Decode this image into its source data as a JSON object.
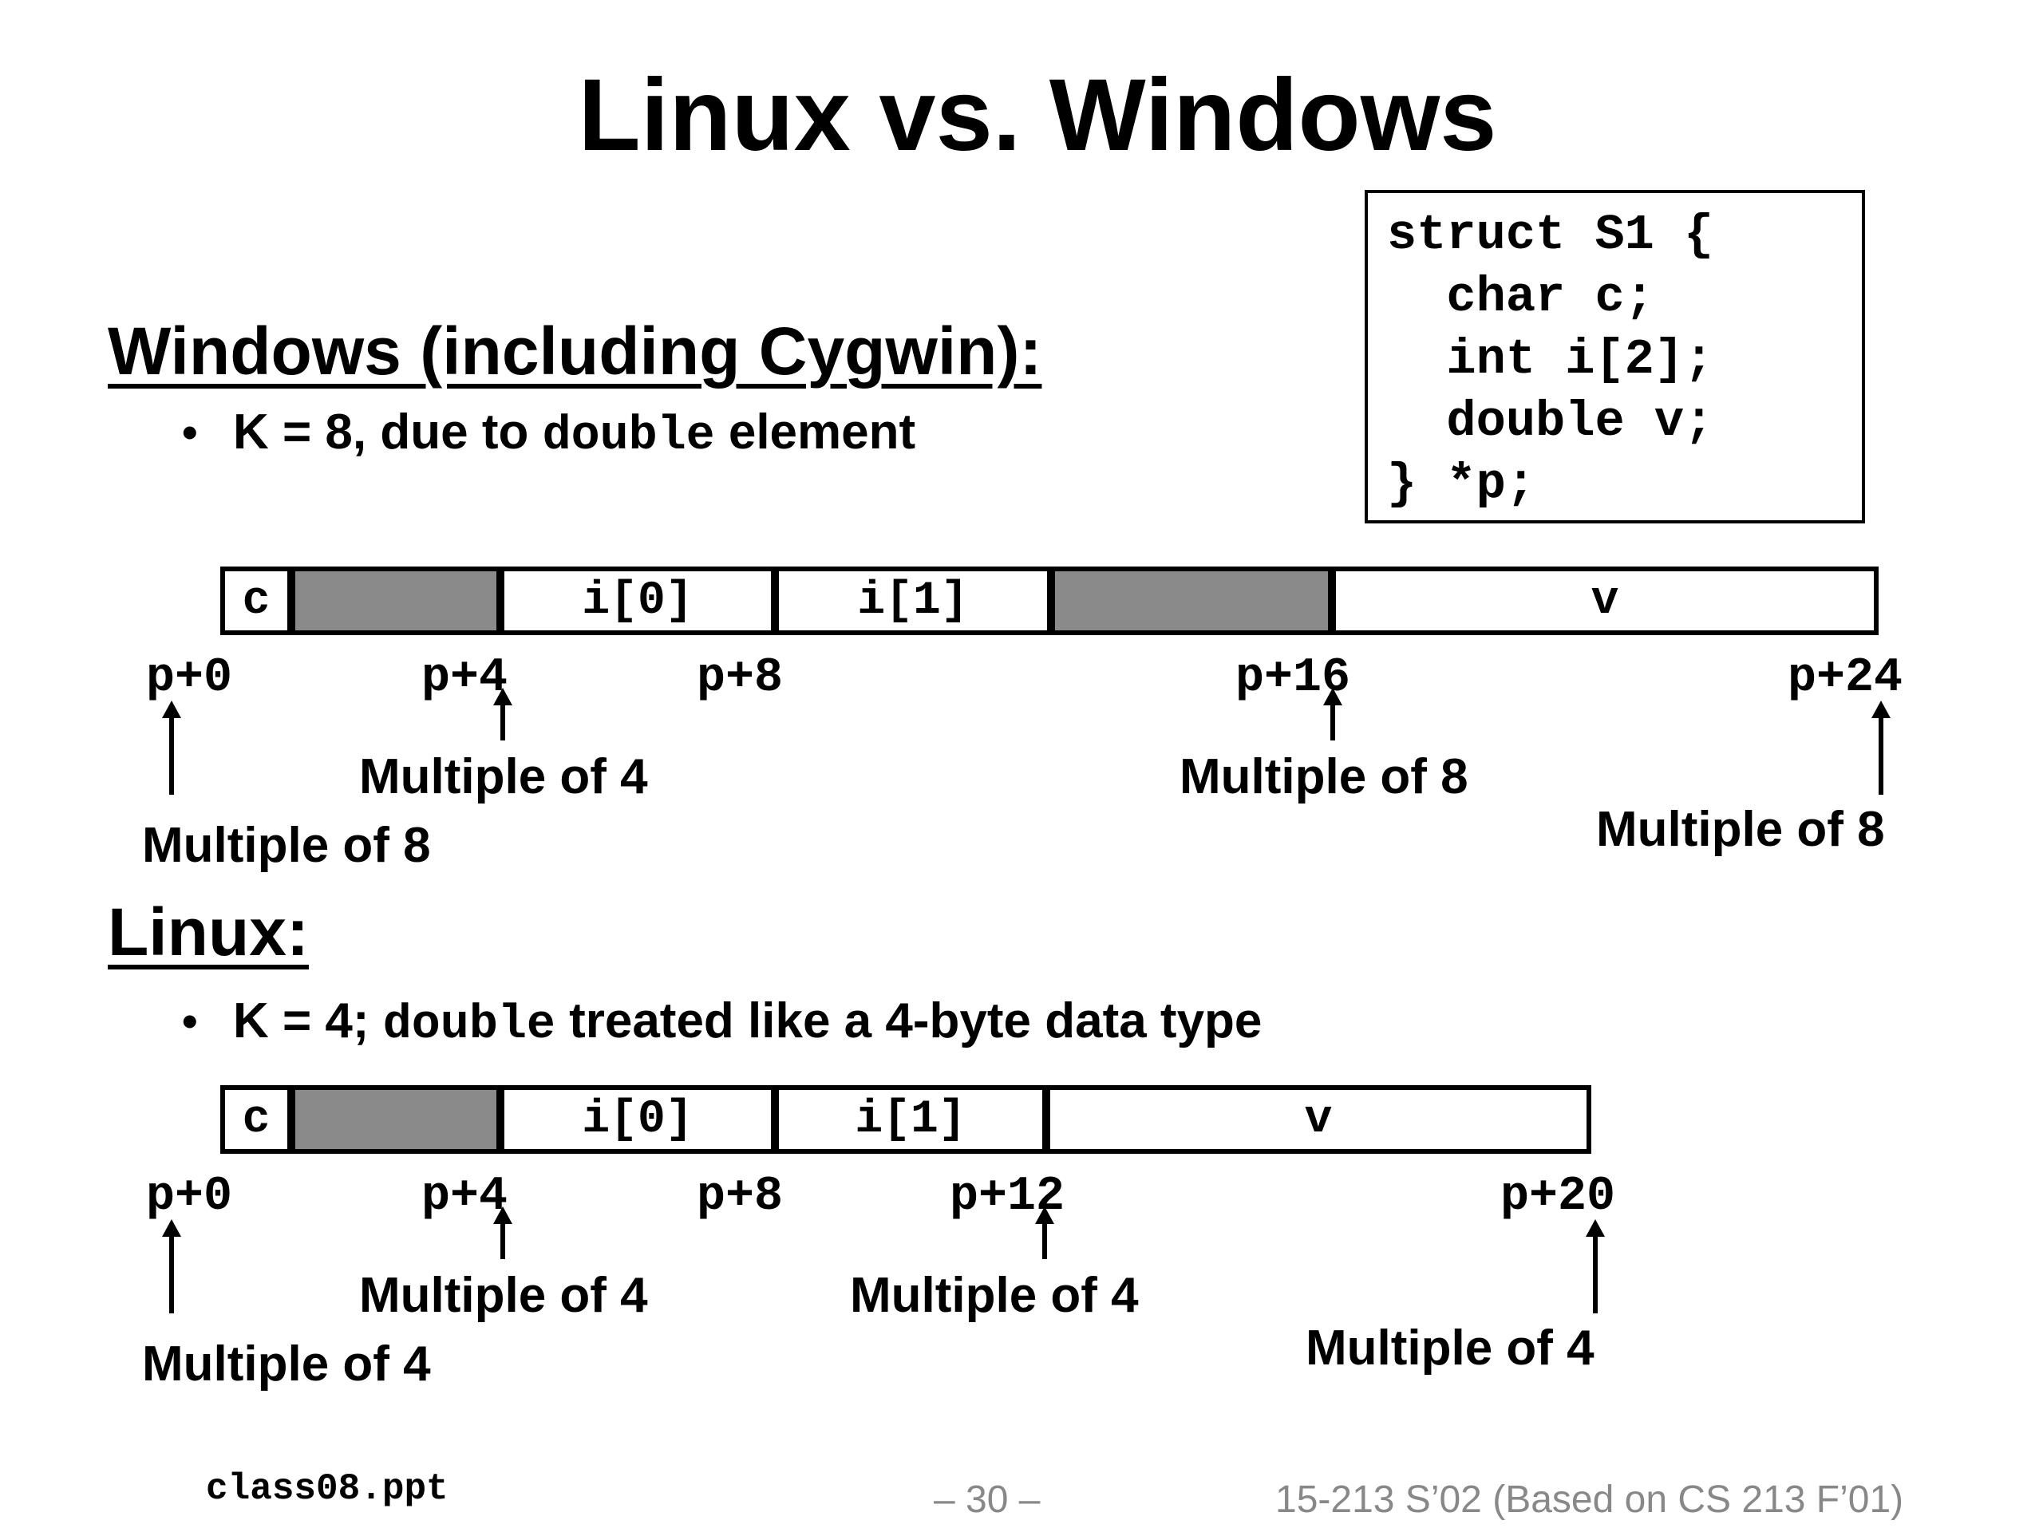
{
  "title": "Linux vs. Windows",
  "code": [
    "struct S1 {",
    "  char c;",
    "  int i[2];",
    "  double v;",
    "} *p;"
  ],
  "windows": {
    "heading": "Windows (including Cygwin):",
    "bullet": {
      "pre": "K = 8, due to ",
      "code": "double",
      "post": " element"
    },
    "cells": [
      "c",
      "",
      "i[0]",
      "i[1]",
      "",
      "v"
    ],
    "offsets": [
      "p+0",
      "p+4",
      "p+8",
      "p+16",
      "p+24"
    ],
    "multiples": [
      "Multiple of 8",
      "Multiple of 4",
      "Multiple of 8",
      "Multiple of 8"
    ]
  },
  "linux": {
    "heading": "Linux:",
    "bullet": {
      "pre": "K = 4; ",
      "code": "double",
      "post": " treated like a 4-byte data type"
    },
    "cells": [
      "c",
      "",
      "i[0]",
      "i[1]",
      "v"
    ],
    "offsets": [
      "p+0",
      "p+4",
      "p+8",
      "p+12",
      "p+20"
    ],
    "multiples": [
      "Multiple of 4",
      "Multiple of 4",
      "Multiple of 4",
      "Multiple of 4"
    ]
  },
  "footer": {
    "file": "class08.ppt",
    "page": "– 30 –",
    "course": "15-213 S’02 (Based on CS 213 F’01)"
  }
}
